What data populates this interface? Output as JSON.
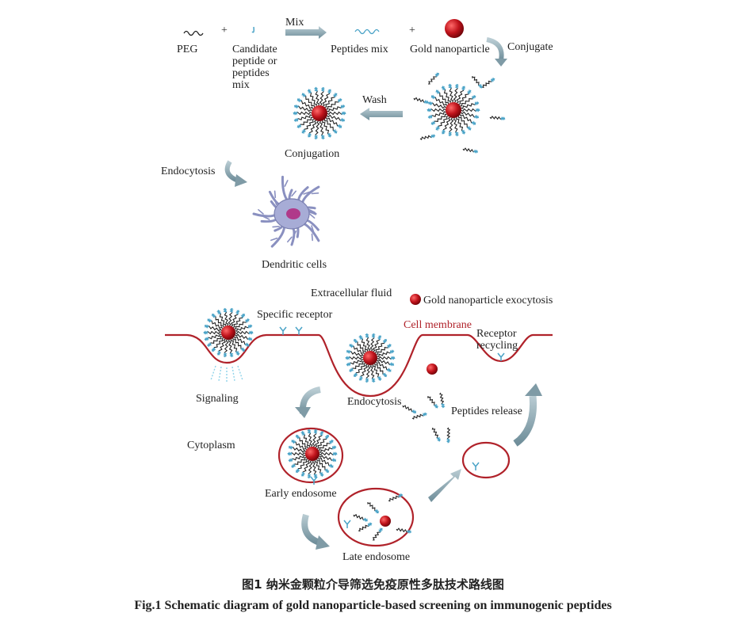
{
  "labels": {
    "peg": "PEG",
    "candidate": "Candidate peptide or peptides mix",
    "mix": "Mix",
    "peptides_mix": "Peptides mix",
    "gold_np": "Gold nanoparticle",
    "conjugate": "Conjugate",
    "wash": "Wash",
    "conjugation": "Conjugation",
    "endocytosis_top": "Endocytosis",
    "dendritic": "Dendritic cells",
    "extracellular": "Extracellular fluid",
    "exocytosis": "Gold nanoparticle exocytosis",
    "specific_receptor": "Specific receptor",
    "cell_membrane": "Cell membrane",
    "receptor_recycling": "Receptor recycling",
    "signaling": "Signaling",
    "endocytosis_mid": "Endocytosis",
    "peptides_release": "Peptides release",
    "cytoplasm": "Cytoplasm",
    "early_endosome": "Early endosome",
    "late_endosome": "Late endosome",
    "plus1": "+",
    "plus2": "+"
  },
  "caption": {
    "cn": "图1   纳米金颗粒介导筛选免疫原性多肽技术路线图",
    "en": "Fig.1   Schematic diagram of gold nanoparticle-based screening on immunogenic peptides"
  },
  "colors": {
    "gold_np": "#c0141c",
    "membrane": "#b0222a",
    "arrow": "#8fa9b4",
    "peptide": "#4aa3c7",
    "chain": "#222222",
    "cell": "#8a90c0"
  }
}
